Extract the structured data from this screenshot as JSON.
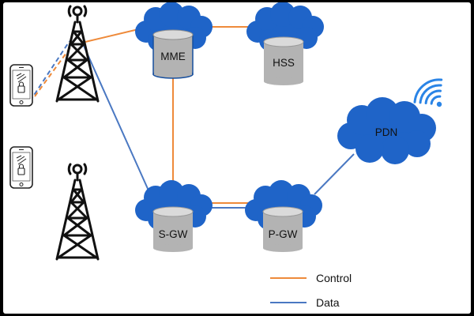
{
  "nodes": {
    "mme": "MME",
    "hss": "HSS",
    "pdn": "PDN",
    "sgw": "S-GW",
    "pgw": "P-GW"
  },
  "legend": {
    "control": "Control",
    "data": "Data"
  },
  "colors": {
    "control": "#ee8a3a",
    "data": "#4a78c2",
    "cloud": "#1f64c8",
    "cloud_edge": "#174f9e",
    "cylinder_body": "#b3b3b3",
    "cylinder_top": "#dadada",
    "tower": "#111111",
    "wifi": "#2a84e6"
  },
  "icons": [
    "cell-tower-icon",
    "smartphone-lock-icon",
    "wifi-icon",
    "cloud-icon",
    "database-icon"
  ]
}
